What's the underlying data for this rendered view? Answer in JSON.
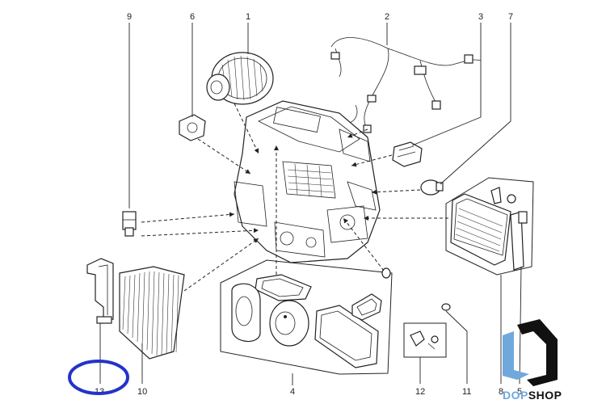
{
  "callouts": {
    "c1": "1",
    "c2": "2",
    "c3": "3",
    "c4": "4",
    "c5": "5",
    "c6": "6",
    "c7": "7",
    "c8": "8",
    "c9": "9",
    "c10": "10",
    "c11": "11",
    "c12": "12",
    "c13": "13"
  },
  "logo": {
    "part1": "DOP",
    "part2": "SHOP"
  },
  "colors": {
    "highlight_circle": "#2433c8",
    "logo_blue": "#6fa8dc",
    "logo_dark": "#111111"
  }
}
